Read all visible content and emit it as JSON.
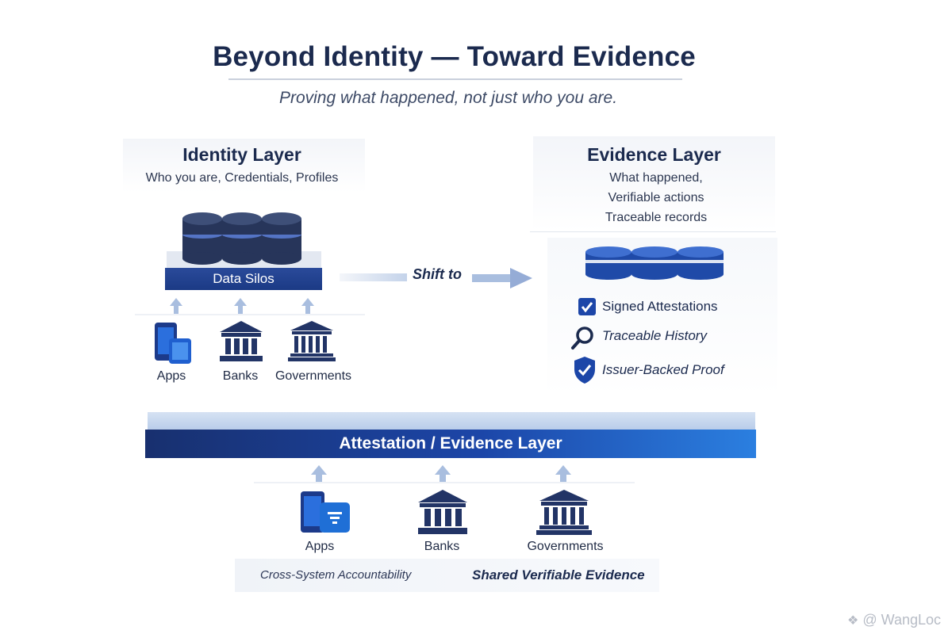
{
  "header": {
    "title": "Beyond Identity — Toward Evidence",
    "subtitle": "Proving what happened, not just who you are."
  },
  "identity_layer": {
    "title": "Identity Layer",
    "description": "Who you are, Credentials, Profiles",
    "plate_label": "Data Silos",
    "sources": [
      "Apps",
      "Banks",
      "Governments"
    ]
  },
  "transition": {
    "label": "Shift to"
  },
  "evidence_layer": {
    "title": "Evidence Layer",
    "description_lines": [
      "What happened,",
      "Verifiable actions",
      "Traceable records"
    ],
    "features": [
      {
        "label": "Signed Attestations",
        "icon": "checkbox-icon"
      },
      {
        "label": "Traceable History",
        "icon": "magnifier-icon"
      },
      {
        "label": "Issuer-Backed Proof",
        "icon": "shield-check-icon"
      }
    ]
  },
  "attestation_layer": {
    "label": "Attestation / Evidence Layer",
    "sources": [
      "Apps",
      "Banks",
      "Governments"
    ]
  },
  "footer": {
    "left_label": "Cross-System Accountability",
    "right_label": "Shared Verifiable Evidence"
  },
  "watermark": "@ WangLoc",
  "colors": {
    "navy": "#1b2a4e",
    "brand_blue": "#1c46a8",
    "accent_blue": "#2b7fe0",
    "arrow_blue": "#a9bedf"
  }
}
